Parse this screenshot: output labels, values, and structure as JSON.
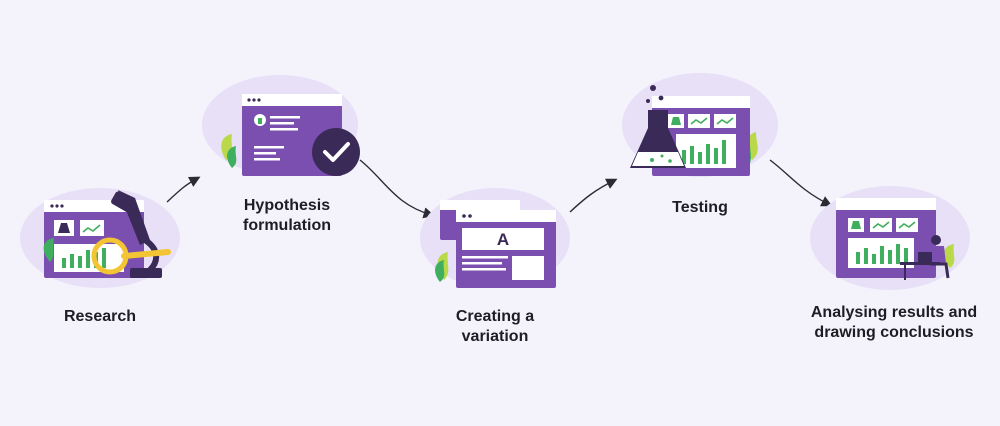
{
  "colors": {
    "background": "#f4f2fb",
    "blob": "#e7e0f7",
    "purple": "#7b4fb0",
    "dark": "#3a2a57",
    "white": "#ffffff",
    "green": "#3fae5e",
    "lime": "#b9d94a",
    "yellow": "#f3c534",
    "line": "#2b2b33"
  },
  "steps": [
    {
      "id": "research",
      "lines": [
        "Research"
      ],
      "illustration": "magnifier-microscope-icon"
    },
    {
      "id": "hypothesis",
      "lines": [
        "Hypothesis",
        "formulation"
      ],
      "illustration": "checkmark-icon"
    },
    {
      "id": "variation",
      "lines": [
        "Creating a",
        "variation"
      ],
      "illustration": "variant-a-icon",
      "variant_letter": "A"
    },
    {
      "id": "testing",
      "lines": [
        "Testing"
      ],
      "illustration": "flask-icon"
    },
    {
      "id": "analysis",
      "lines": [
        "Analysing results and",
        "drawing conclusions"
      ],
      "illustration": "person-laptop-icon"
    }
  ]
}
